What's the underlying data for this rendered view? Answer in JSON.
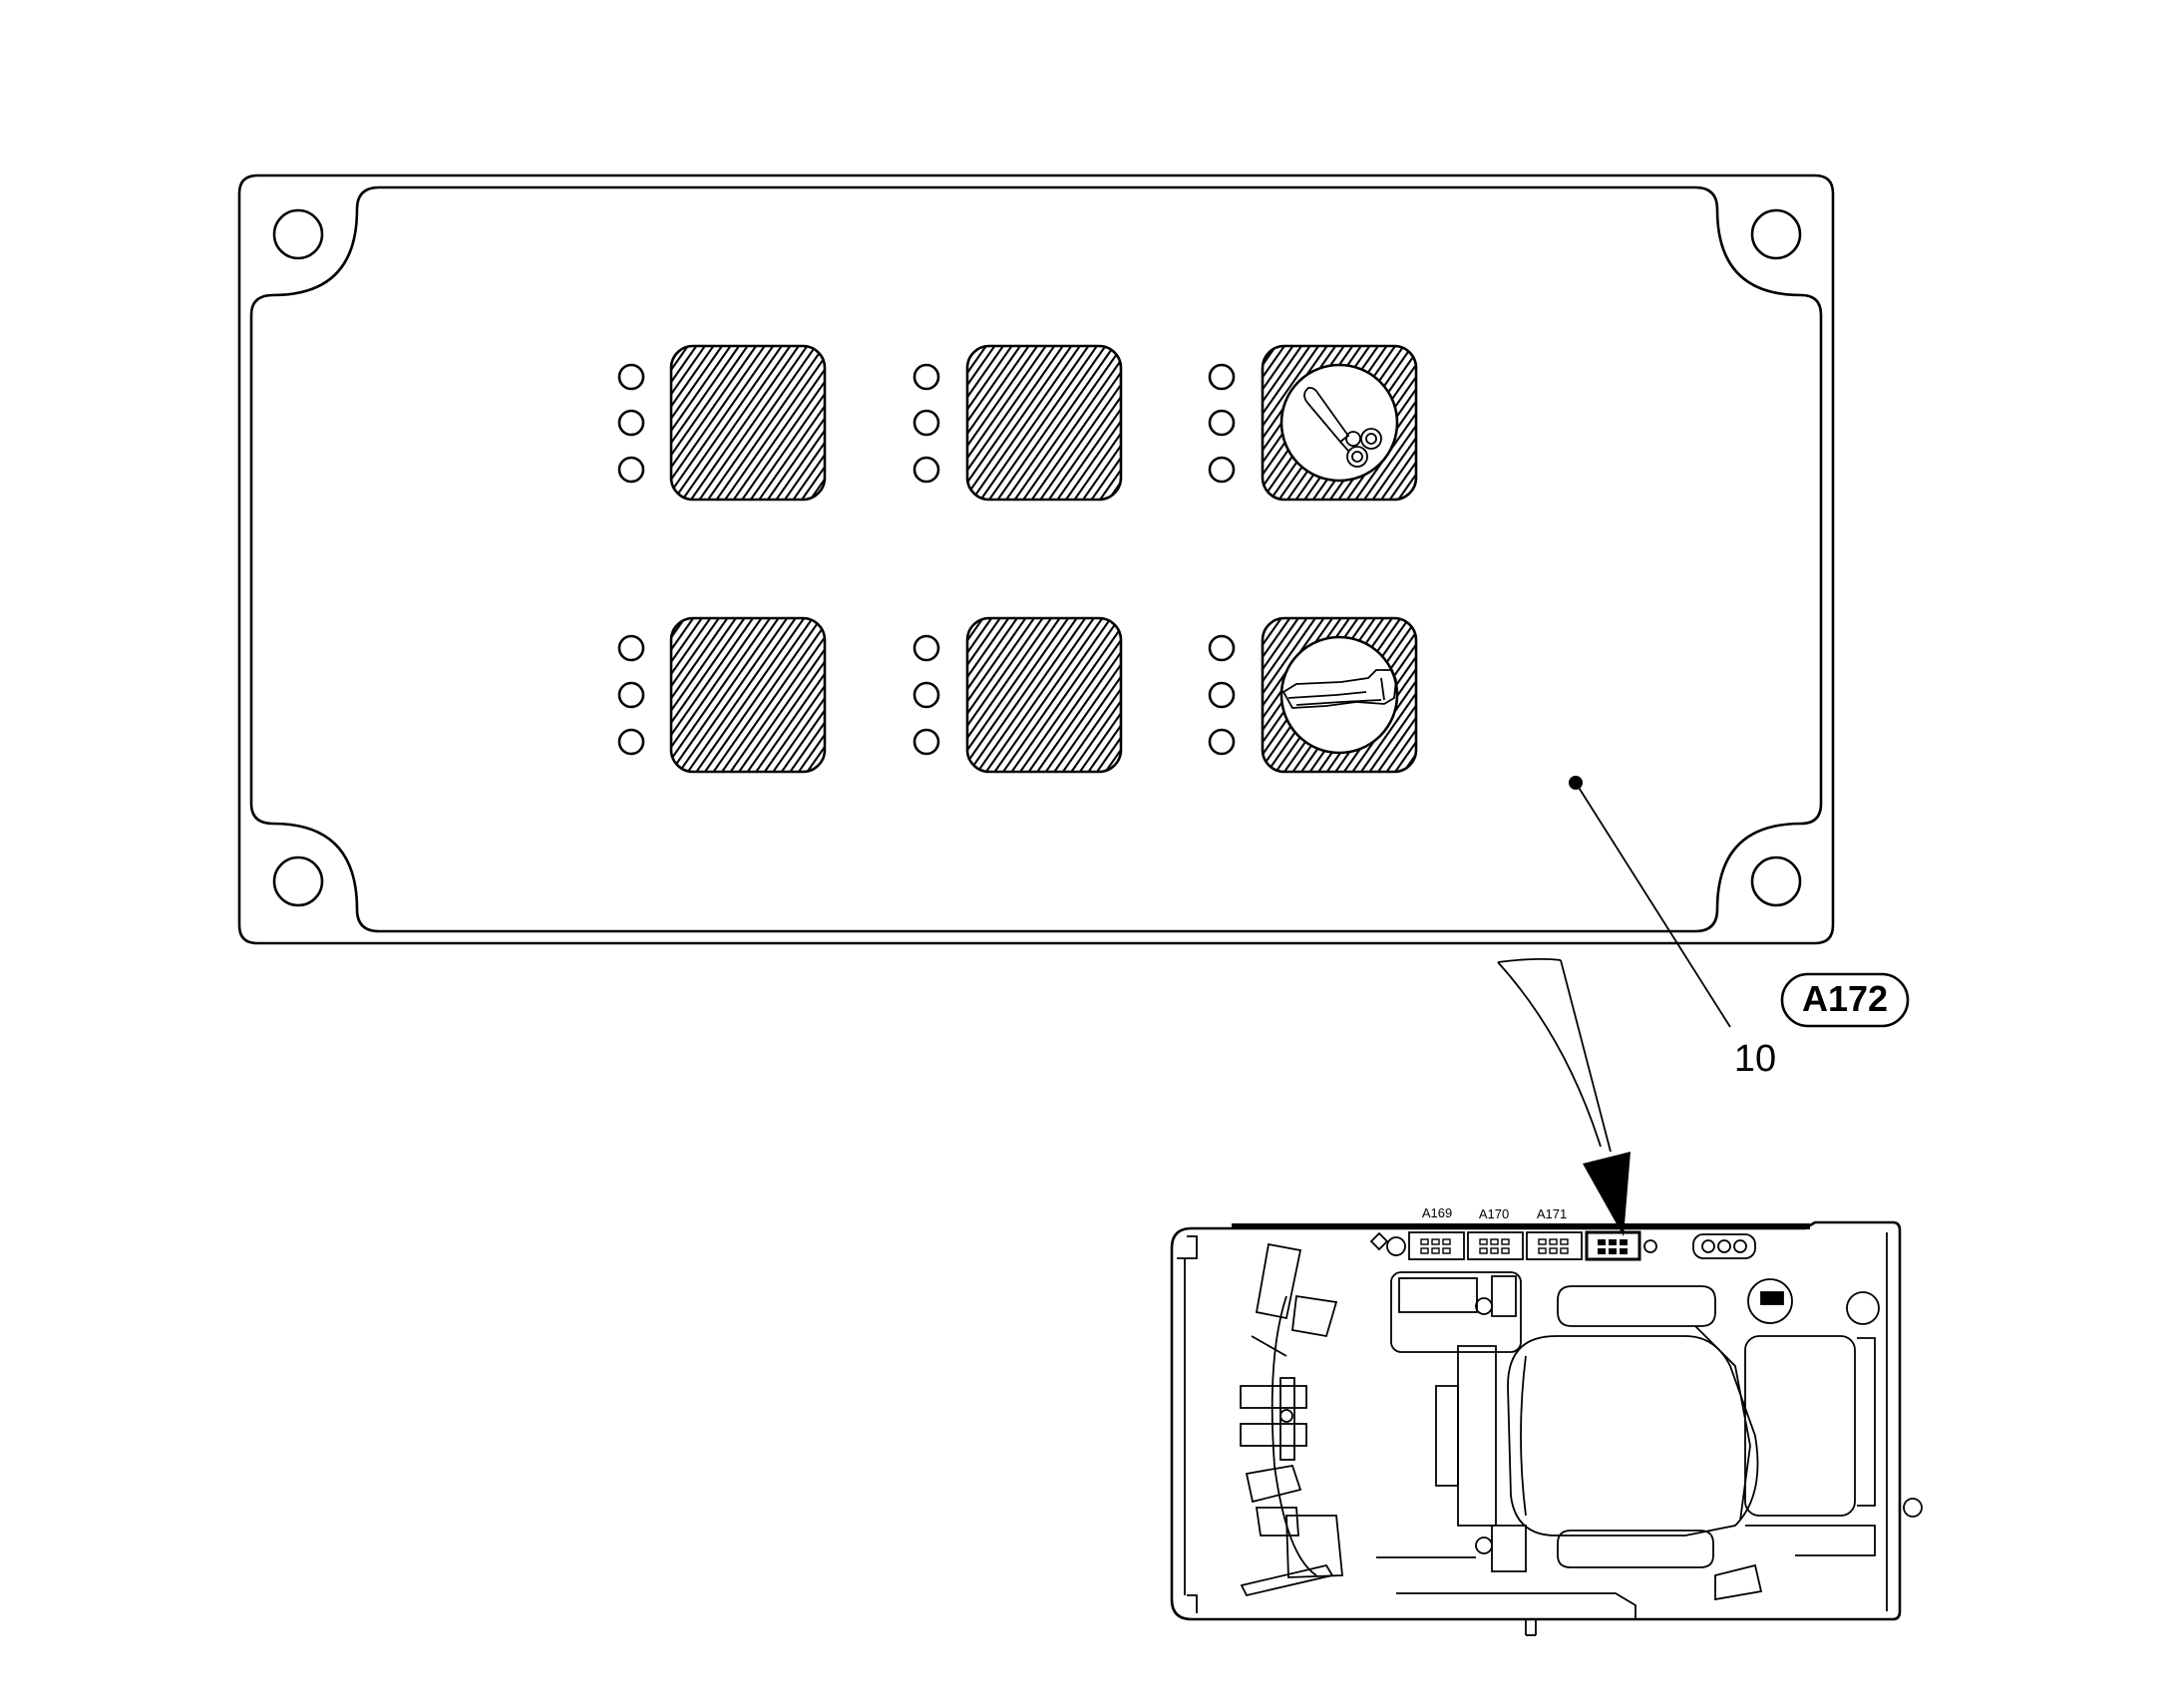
{
  "part_code": "A172",
  "item_number": "10",
  "panel": {
    "rows": [
      [
        {
          "id": "switch-1",
          "symbol": ""
        },
        {
          "id": "switch-2",
          "symbol": ""
        },
        {
          "id": "switch-3",
          "symbol": "scissors-icon"
        }
      ],
      [
        {
          "id": "switch-4",
          "symbol": ""
        },
        {
          "id": "switch-5",
          "symbol": ""
        },
        {
          "id": "switch-6",
          "symbol": "stapler-icon"
        }
      ]
    ],
    "indicator_leds_per_switch": 3
  },
  "cab_overview": {
    "module_labels": [
      "A169",
      "A170",
      "A171"
    ]
  }
}
